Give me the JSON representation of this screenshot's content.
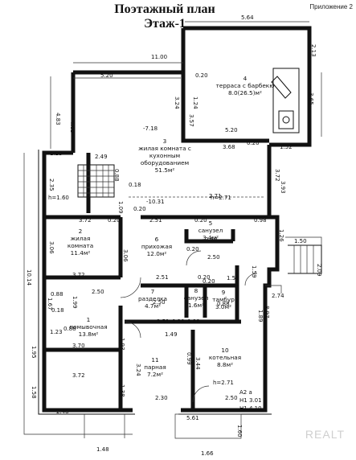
{
  "header": {
    "title": "Поэтажный план",
    "subtitle": "Этаж-1",
    "appendix": "Приложение 2"
  },
  "watermark": "REALT",
  "rooms": [
    {
      "number": "4",
      "lines": [
        "терраса с барбекю",
        "8.0(26.5)м²"
      ]
    },
    {
      "number": "3",
      "lines": [
        "жилая комната с",
        "кухонным",
        "оборудованием",
        "51.5м²"
      ]
    },
    {
      "number": "2",
      "lines": [
        "жилая",
        "комната",
        "11.4м²"
      ]
    },
    {
      "number": "5",
      "lines": [
        "санузел",
        "3.4м²"
      ]
    },
    {
      "number": "6",
      "lines": [
        "прихожая",
        "12.0м²"
      ]
    },
    {
      "number": "7",
      "lines": [
        "разделка",
        "4.7м²"
      ]
    },
    {
      "number": "8",
      "lines": [
        "санузел",
        "1.6м²"
      ]
    },
    {
      "number": "9",
      "lines": [
        "тамбур",
        "3.0м²"
      ]
    },
    {
      "number": "1",
      "lines": [
        "помывочная",
        "13.8м²"
      ]
    },
    {
      "number": "11",
      "lines": [
        "парная",
        "7.2м²"
      ]
    },
    {
      "number": "10",
      "lines": [
        "котельная",
        "8.8м²"
      ]
    }
  ],
  "heights": {
    "upper": "h=2.71",
    "stair": "h=1.60",
    "boiler": "h=2.71",
    "level_mark": "-10.31",
    "level_mark2": "-7.18"
  },
  "legend": {
    "line1": "A2 а",
    "line2": "H1 3.01",
    "line3": "H1 4.10"
  },
  "dimensions": [
    "5.64",
    "2.13",
    "11.00",
    "5.20",
    "0.20",
    "3.24",
    "3.57",
    "1.24",
    "3.65",
    "1.52",
    "5.20",
    "3.68",
    "0.20",
    "4.83",
    "4.63",
    "1.23",
    "2.49",
    "2.35",
    "0.88",
    "0.18",
    "1.09",
    "3.72",
    "3.93",
    "2.71",
    "3.72",
    "0.20",
    "0.20",
    "2.51",
    "0.20",
    "0.98",
    "1.26",
    "1.50",
    "2.09",
    "2.50",
    "0.20",
    "2.50",
    "3.06",
    "3.06",
    "10.14",
    "1.59",
    "2.74",
    "3.72",
    "2.50",
    "2.51",
    "1.54",
    "0.20",
    "1.67",
    "1.99",
    "0.88",
    "0.18",
    "2.50",
    "0.20",
    "0.88",
    "1.89",
    "8.97",
    "1.23",
    "0.88",
    "1.49",
    "1.93",
    "2.51",
    "0.20",
    "0.88",
    "1.95",
    "3.70",
    "3.24",
    "0.99",
    "3.44",
    "3.72",
    "1.38",
    "2.30",
    "2.50",
    "1.58",
    "2.48",
    "5.61",
    "1.60",
    "1.48",
    "1.66"
  ]
}
